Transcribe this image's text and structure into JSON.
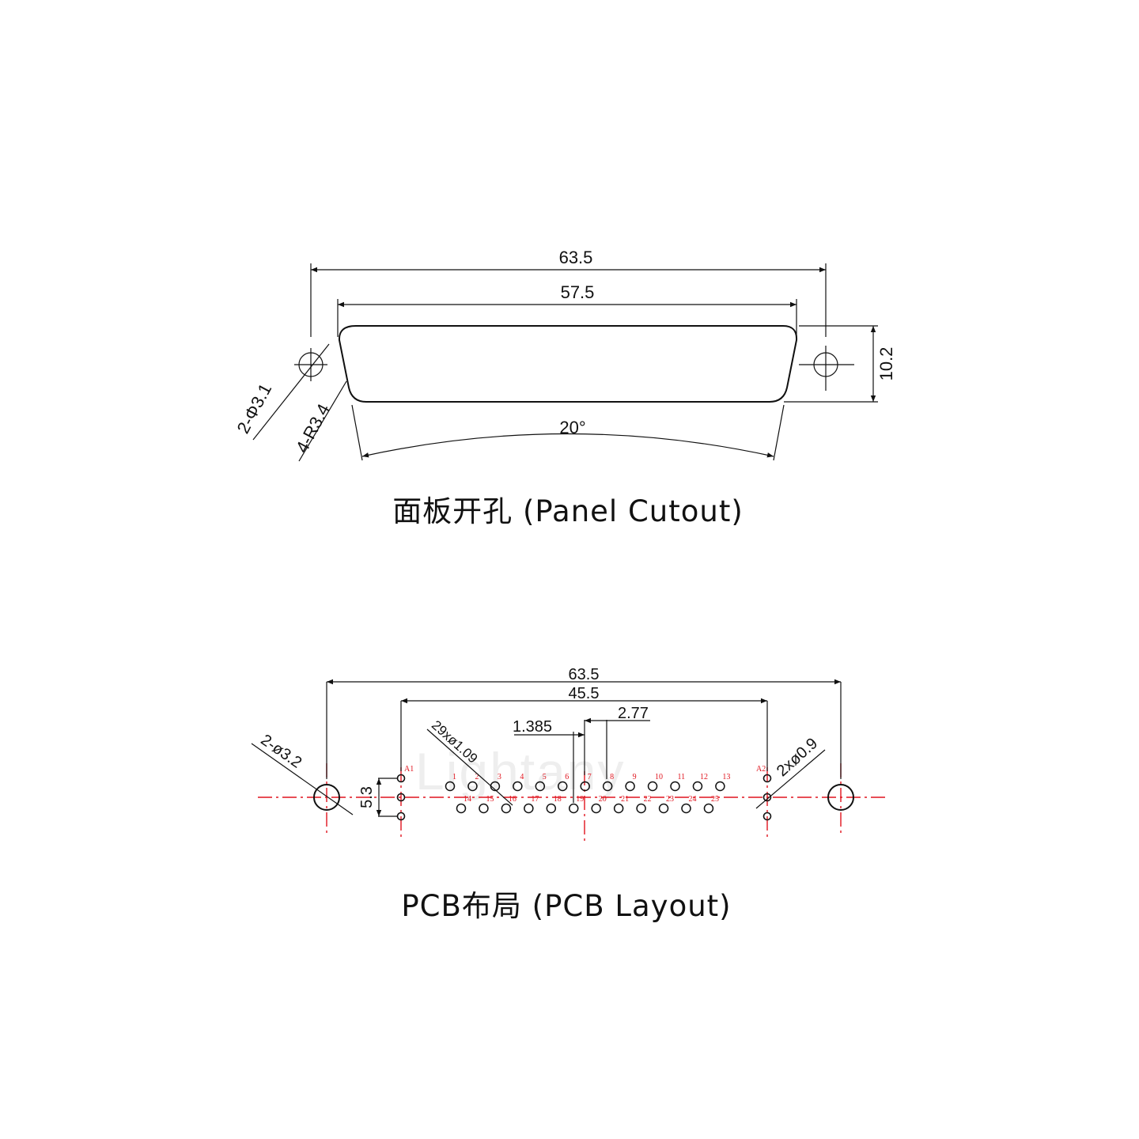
{
  "panel": {
    "title": "面板开孔 (Panel Cutout)",
    "dim_overall": "63.5",
    "dim_cutout": "57.5",
    "dim_height": "10.2",
    "dim_angle": "20°",
    "dim_hole": "2-Φ3.1",
    "dim_radius": "4-R3.4"
  },
  "pcb": {
    "title": "PCB布局 (PCB Layout)",
    "dim_overall": "63.5",
    "dim_span": "45.5",
    "dim_offset": "1.385",
    "dim_pitch": "2.77",
    "dim_row": "5.3",
    "dim_mount_hole": "2-ø3.2",
    "dim_pin_hole": "29xø1.09",
    "dim_a_hole": "2xø0.9",
    "label_a1": "A1",
    "label_a2": "A2",
    "top_pins": [
      "1",
      "2",
      "3",
      "4",
      "5",
      "6",
      "7",
      "8",
      "9",
      "10",
      "11",
      "12",
      "13"
    ],
    "bottom_pins": [
      "14",
      "15",
      "16",
      "17",
      "18",
      "19",
      "20",
      "21",
      "22",
      "23",
      "24",
      "25"
    ],
    "watermark": "Lightany"
  },
  "colors": {
    "line": "#111111",
    "centerline": "#e0141e",
    "pin_label": "#e0141e"
  }
}
